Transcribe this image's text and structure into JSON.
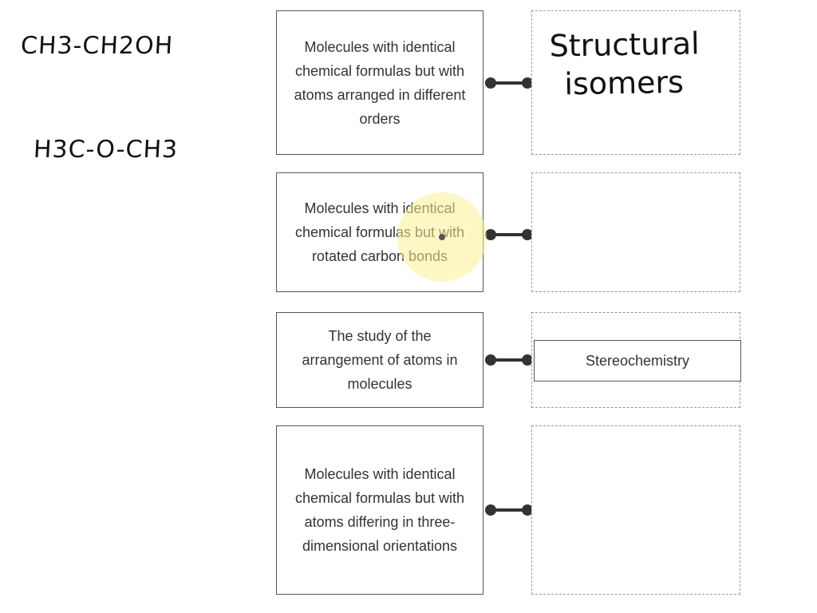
{
  "notes": {
    "formula_ethanol": "CH3-CH2OH",
    "formula_ether": "H3C-O-CH3"
  },
  "definitions": [
    {
      "text": "Molecules with identical chemical formulas but with atoms arranged in different orders"
    },
    {
      "text": "Molecules with identical chemical formulas but with rotated carbon bonds"
    },
    {
      "text": "The study of the arrangement of atoms in molecules"
    },
    {
      "text": "Molecules with identical chemical formulas but with atoms differing in three-dimensional orientations"
    }
  ],
  "answers": {
    "handwritten_line1": "Structural",
    "handwritten_line2": "isomers",
    "placed_card": "Stereochemistry"
  },
  "colors": {
    "highlight": "#faf096",
    "border": "#555555",
    "dashed_border": "#999999"
  }
}
